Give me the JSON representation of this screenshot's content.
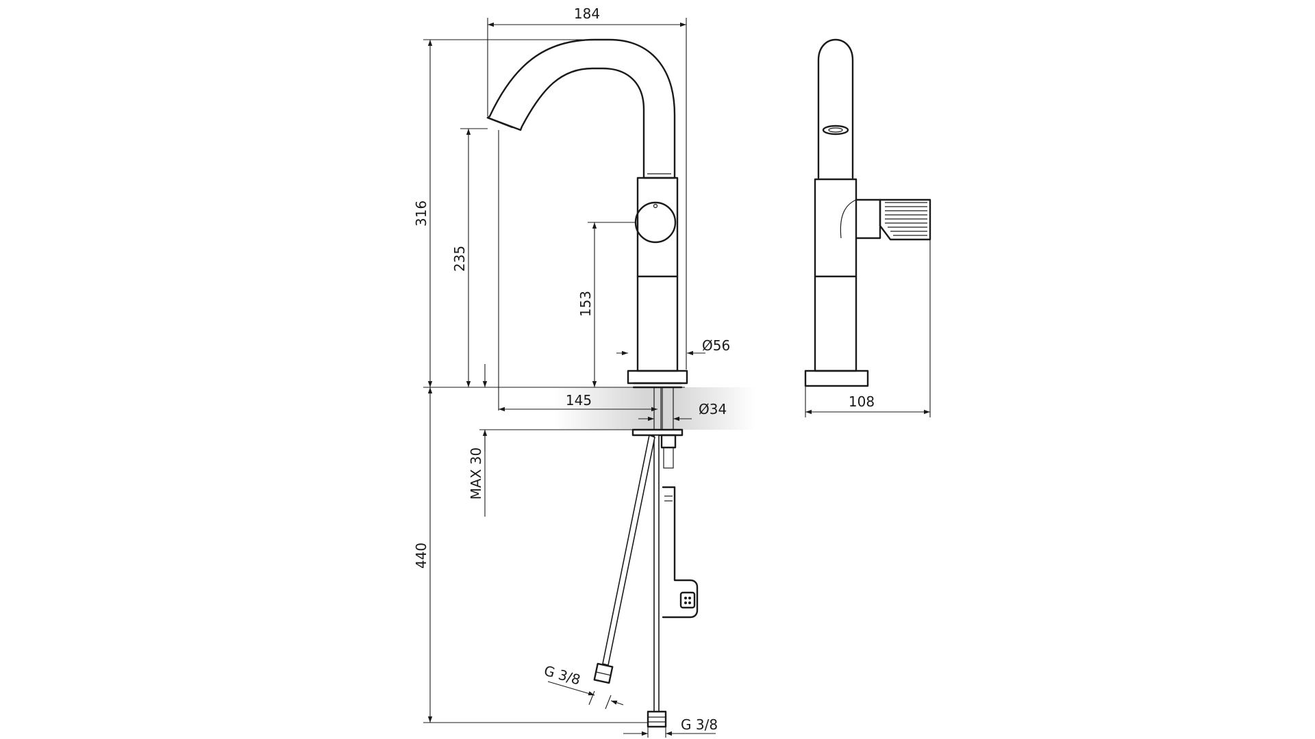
{
  "drawing": {
    "dimensions": {
      "overall_width": "184",
      "overall_height": "316",
      "spout_height": "235",
      "handle_height": "153",
      "base_diameter": "Ø56",
      "spout_reach": "145",
      "shank_diameter": "Ø34",
      "max_counter_thickness": "MAX 30",
      "hose_length": "440",
      "hose_thread_left": "G 3/8",
      "hose_thread_bottom": "G 3/8",
      "side_depth": "108"
    }
  }
}
